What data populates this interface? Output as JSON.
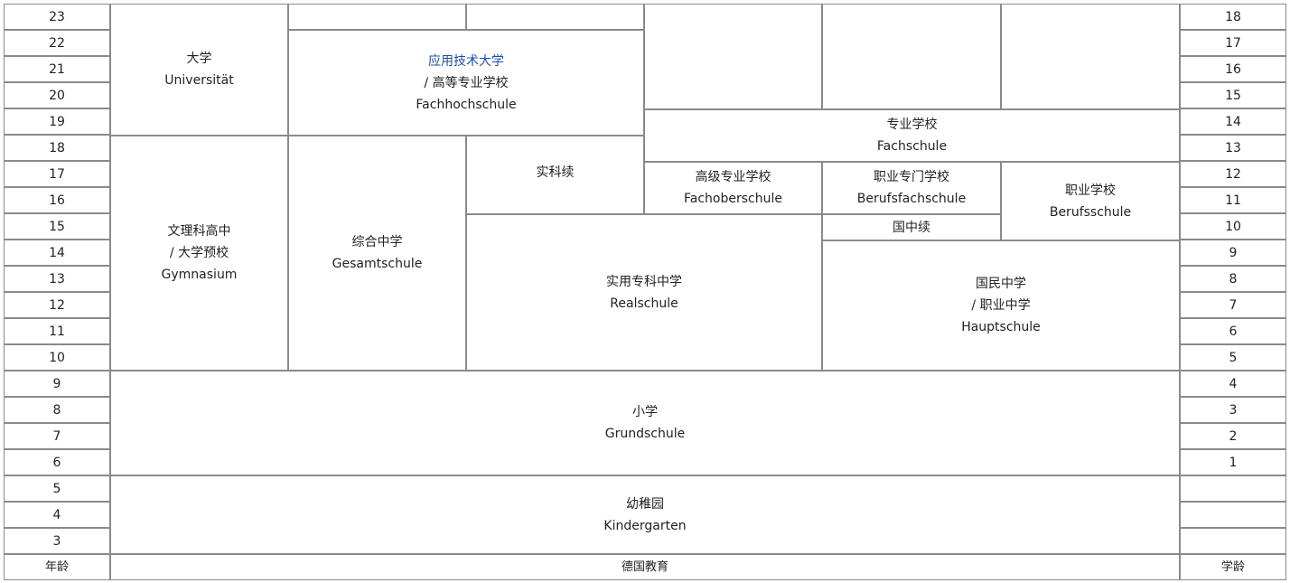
{
  "left_ages": [
    "23",
    "22",
    "21",
    "20",
    "19",
    "18",
    "17",
    "16",
    "15",
    "14",
    "13",
    "12",
    "11",
    "10",
    "9",
    "8",
    "7",
    "6",
    "5",
    "4",
    "3"
  ],
  "right_grades": [
    "18",
    "17",
    "16",
    "15",
    "14",
    "13",
    "12",
    "11",
    "10",
    "9",
    "8",
    "7",
    "6",
    "5",
    "4",
    "3",
    "2",
    "1",
    "",
    "",
    ""
  ],
  "footer": {
    "left": "年龄",
    "center": "德国教育",
    "right": "学龄"
  },
  "blocks": {
    "university": {
      "zh": "大学",
      "de": "Universität"
    },
    "fachhochschule": {
      "zh": "应用技术大学",
      "zh2": "/ 高等专业学校",
      "de": "Fachhochschule"
    },
    "fachschule": {
      "zh": "专业学校",
      "de": "Fachschule"
    },
    "gymnasium": {
      "zh": "文理科高中",
      "zh2": "/ 大学预校",
      "de": "Gymnasium"
    },
    "gesamtschule": {
      "zh": "综合中学",
      "de": "Gesamtschule"
    },
    "shikexu": {
      "zh": "实科续"
    },
    "fachoberschule": {
      "zh": "高级专业学校",
      "de": "Fachoberschule"
    },
    "berufsfachschule": {
      "zh": "职业专门学校",
      "de": "Berufsfachschule"
    },
    "berufsschule": {
      "zh": "职业学校",
      "de": "Berufsschule"
    },
    "guozhongxu": {
      "zh": "国中续"
    },
    "realschule": {
      "zh": "实用专科中学",
      "de": "Realschule"
    },
    "hauptschule": {
      "zh": "国民中学",
      "zh2": "/ 职业中学",
      "de": "Hauptschule"
    },
    "grundschule": {
      "zh": "小学",
      "de": "Grundschule"
    },
    "kindergarten": {
      "zh": "幼稚园",
      "de": "Kindergarten"
    }
  }
}
